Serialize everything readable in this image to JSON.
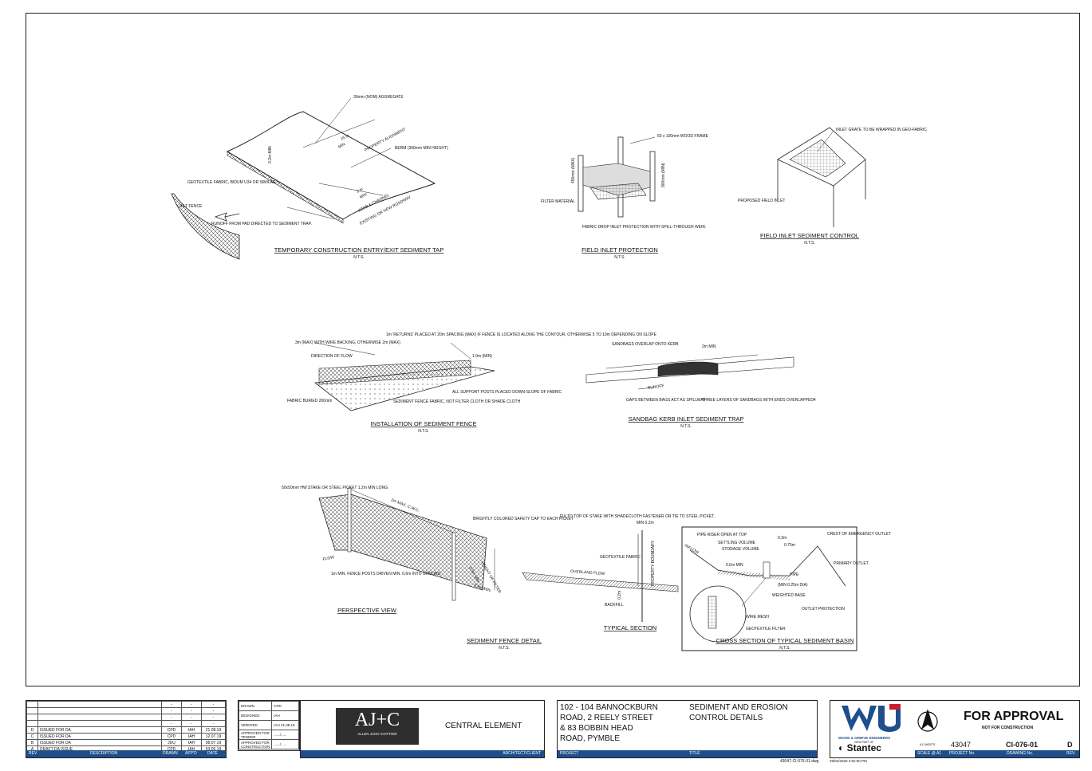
{
  "details": [
    {
      "title": "TEMPORARY CONSTRUCTION ENTRY/EXIT SEDIMENT TAP",
      "nts": "N.T.S.",
      "labels": [
        "30mm (NOM) AGGREGATE",
        "15 m",
        "MIN",
        "PROPERTY ALIGNMENT",
        "BERM (300mm MIN HEIGHT)",
        "0.2m MIN",
        "GEOTEXTILE FABRIC, BIDUM U34 OR SIMILAR.",
        "3 m",
        "MIN",
        "KERB & CHANNEL",
        "EXISTING OR NEW ROADWAY",
        "SILT FENCE",
        "RUNOFF FROM PAD DIRECTED TO SEDIMENT TRAP."
      ]
    },
    {
      "title": "FIELD INLET PROTECTION",
      "nts": "N.T.S.",
      "labels": [
        "50 x 100mm WOOD FRAME",
        "450mm (MAX)",
        "900mm (MIN)",
        "FILTER MATERIAL",
        "FABRIC DROP INLET PROTECTION WITH SPILL-THROUGH WEIR."
      ]
    },
    {
      "title": "FIELD INLET SEDIMENT CONTROL",
      "nts": "N.T.S.",
      "labels": [
        "INLET GRATE TO BE WRAPPED IN GEO-FABRIC",
        "PROPOSED FIELD INLET"
      ]
    },
    {
      "title": "INSTALLATION OF SEDIMENT FENCE",
      "nts": "N.T.S.",
      "labels": [
        "3m (MAX) WITH WIRE BACKING, OTHERWISE 2m (MAX)",
        "1m 'RETURNS' PLACED AT 20m SPACING (MAX) IF FENCE IS LOCATED ALONG THE CONTOUR, OTHERWISE 5 TO 10m DEPENDING ON SLOPE",
        "1.0m (MIN)",
        "DIRECTION OF FLOW",
        "FABRIC BURIED 200mm",
        "SEDIMENT FENCE FABRIC, NOT FILTER CLOTH OR SHADE CLOTH",
        "ALL SUPPORT POSTS PLACED DOWN-SLOPE OF FABRIC"
      ]
    },
    {
      "title": "SANDBAG KERB INLET SEDIMENT TRAP",
      "nts": "N.T.S.",
      "labels": [
        "SANDBAGS OVERLAP ONTO KERB",
        "2m MIN",
        "RUNOFF",
        "GAPS BETWEEN BAGS ACT AS SPILLWAY",
        "THREE LAYERS OF SANDBAGS WITH ENDS OVERLAPPED4"
      ]
    },
    {
      "title": "PERSPECTIVE VIEW",
      "nts": "",
      "labels": [
        "50x50mm HW STAKE OR STEEL PICKET 1.2m MIN LONG.",
        "2m MAX. C.W.C.",
        "BRIGHTLY COLORED SAFETY CAP TO EACH PICKET",
        "FLOW",
        "1m MIN. FENCE POSTS DRIVEN MIN. 0.6m INTO GROUND.",
        "HEIGHT OF FILTER",
        "0.5m MIN",
        "0.6m MIN"
      ]
    },
    {
      "title": "SEDIMENT FENCE DETAIL",
      "nts": "N.T.S.",
      "labels": []
    },
    {
      "title": "TYPICAL SECTION",
      "nts": "",
      "labels": [
        "FIX TO TOP OF STAKE WITH SHADECLOTH FASTENER OR TIE TO STEEL PICKET.",
        "MIN 0.2m",
        "GEOTEXTILE FABRIC",
        "PROPERTY BOUNDARY",
        "OVERLAND FLOW",
        "0.2m",
        "BACKFILL"
      ]
    },
    {
      "title": "CROSS SECTION OF TYPICAL SEDIMENT BASIN",
      "nts": "N.T.S.",
      "labels": [
        "PIPE RISER OPEN AT TOP",
        "SETTLING VOLUME",
        "STORAGE VOLUME",
        "0.3m",
        "0.75m",
        "CREST OF EMERGENCY OUTLET",
        "INFLOW",
        "0.6m MIN",
        "PIPE",
        "(MIN 0.25m DIA)",
        "PRIMARY OUTLET",
        "WEIGHTED BASE",
        "WIRE MESH",
        "OUTLET PROTECTION",
        "GEOTEXTILE FILTER"
      ]
    }
  ],
  "revisions": {
    "rows": [
      {
        "rev": "",
        "desc": "",
        "drawn": "-",
        "appd": "-",
        "date": "-"
      },
      {
        "rev": "",
        "desc": "",
        "drawn": "-",
        "appd": "-",
        "date": "-"
      },
      {
        "rev": "",
        "desc": "",
        "drawn": "-",
        "appd": "-",
        "date": "-"
      },
      {
        "rev": "",
        "desc": "",
        "drawn": "-",
        "appd": "-",
        "date": "-"
      },
      {
        "rev": "D",
        "desc": "ISSUED FOR DA",
        "drawn": "CPD",
        "appd": "IAH",
        "date": "21.08.19"
      },
      {
        "rev": "C",
        "desc": "ISSUED FOR DA",
        "drawn": "CPD",
        "appd": "IAH",
        "date": "12.07.19"
      },
      {
        "rev": "B",
        "desc": "ISSUED FOR DA",
        "drawn": "JDU",
        "appd": "IAH",
        "date": "08.07.19"
      },
      {
        "rev": "A",
        "desc": "DRAFT DA ISSUE",
        "drawn": "CPD",
        "appd": "IAH",
        "date": "03.06.19"
      }
    ],
    "headers": {
      "rev": "REV",
      "desc": "DESCRIPTION",
      "drawn": "DRAWN",
      "appd": "APP'D",
      "date": "DATE"
    }
  },
  "signoff": {
    "rows": [
      {
        "label": "DRAWN",
        "value": "CPD"
      },
      {
        "label": "DESIGNED",
        "value": "IAH"
      },
      {
        "label": "VERIFIED",
        "value": "IAH 21.08.19"
      },
      {
        "label": "APPROVED FOR TENDER",
        "value": "....../......"
      },
      {
        "label": "APPROVED FOR CONSTRUCTION",
        "value": "....../......"
      }
    ]
  },
  "architect": {
    "logo_main": "AJ+C",
    "logo_sub": "ALLEN JACK+COTTIER",
    "element": "CENTRAL ELEMENT",
    "bar_label": "ARCHITECT/CLIENT"
  },
  "project": {
    "address": "102 - 104 BANNOCKBURN ROAD, 2 REELY STREET & 83 BOBBIN HEAD ROAD, PYMBLE",
    "title": "SEDIMENT AND EROSION CONTROL DETAILS",
    "bar_project": "PROJECT",
    "bar_title": "TITLE",
    "filename": "43047-CI-076-01.dwg"
  },
  "company": {
    "name": "WOOD & GRIEVE ENGINEERS",
    "part_of": "NOW PART OF",
    "brand": "Stantec",
    "timestamp": "29/04/2020 2:52:50 PM"
  },
  "status": {
    "main": "FOR APPROVAL",
    "sub": "NOT FOR CONSTRUCTION",
    "size": "A1 SHEETS",
    "project_no": "43047",
    "drawing_no": "CI-076-01",
    "rev": "D",
    "bar_scale": "SCALE @ A1",
    "bar_project": "PROJECT No.",
    "bar_drawing": "DRAWING No.",
    "bar_rev": "REV."
  },
  "colors": {
    "bar": "#1f4e8c",
    "wge_blue": "#1f4e8c",
    "wge_red": "#c8202f"
  }
}
